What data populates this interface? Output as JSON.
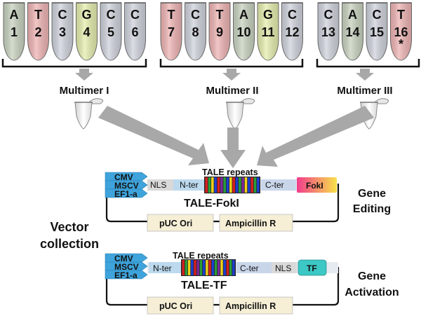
{
  "tube_groups": [
    {
      "name": "Multimer I",
      "tubes": [
        {
          "base": "A",
          "num": "1",
          "color": "#c9d3c0",
          "star": ""
        },
        {
          "base": "T",
          "num": "2",
          "color": "#efb4b4",
          "star": ""
        },
        {
          "base": "C",
          "num": "3",
          "color": "#cfd3dc",
          "star": ""
        },
        {
          "base": "G",
          "num": "4",
          "color": "#e6eeae",
          "star": ""
        },
        {
          "base": "C",
          "num": "5",
          "color": "#cfd3dc",
          "star": ""
        },
        {
          "base": "C",
          "num": "6",
          "color": "#cfd3dc",
          "star": ""
        }
      ]
    },
    {
      "name": "Multimer II",
      "tubes": [
        {
          "base": "T",
          "num": "7",
          "color": "#efb4b4",
          "star": ""
        },
        {
          "base": "C",
          "num": "8",
          "color": "#cfd3dc",
          "star": ""
        },
        {
          "base": "T",
          "num": "9",
          "color": "#efb4b4",
          "star": ""
        },
        {
          "base": "A",
          "num": "10",
          "color": "#c9d3c0",
          "star": ""
        },
        {
          "base": "G",
          "num": "11",
          "color": "#e6eeae",
          "star": ""
        },
        {
          "base": "C",
          "num": "12",
          "color": "#cfd3dc",
          "star": ""
        }
      ]
    },
    {
      "name": "Multimer III",
      "tubes": [
        {
          "base": "C",
          "num": "13",
          "color": "#cfd3dc",
          "star": ""
        },
        {
          "base": "A",
          "num": "14",
          "color": "#c9d3c0",
          "star": ""
        },
        {
          "base": "C",
          "num": "15",
          "color": "#cfd3dc",
          "star": ""
        },
        {
          "base": "T",
          "num": "16",
          "color": "#efb4b4",
          "star": "*"
        }
      ]
    }
  ],
  "promoters": [
    "CMV",
    "MSCV",
    "EF1-a"
  ],
  "construct_fokI": {
    "repeats_label": "TALE repeats",
    "nls": "NLS",
    "nter": "N-ter",
    "cter": "C-ter",
    "effector": "FokI",
    "name": "TALE-FokI",
    "ori": "pUC Ori",
    "resistance": "Ampicillin R",
    "application_line1": "Gene",
    "application_line2": "Editing"
  },
  "construct_tf": {
    "repeats_label": "TALE repeats",
    "nls": "NLS",
    "nter": "N-ter",
    "cter": "C-ter",
    "effector": "TF",
    "name": "TALE-TF",
    "ori": "pUC Ori",
    "resistance": "Ampicillin R",
    "application_line1": "Gene",
    "application_line2": "Activation"
  },
  "vector_collection_line1": "Vector",
  "vector_collection_line2": "collection",
  "repeat_colors": [
    "#d62020",
    "#2a9d3a",
    "#f2d21a",
    "#1e3fd0",
    "#d62020",
    "#7a2a9a",
    "#2a9d3a",
    "#1e3fd0",
    "#f2d21a",
    "#d62020",
    "#1e3fd0",
    "#2a9d3a",
    "#7a2a9a",
    "#f2d21a",
    "#1e3fd0",
    "#d62020",
    "#2a9d3a",
    "#1e3fd0"
  ],
  "colors": {
    "arrow_gray": "#a8a8a8",
    "promoter_blue": "#3fa4dc",
    "nter_blue": "#bcd9ee",
    "nls_gray": "#d9d9d9",
    "cter_blue": "#c9d6ea",
    "fokI_start": "#f23c8c",
    "fokI_end": "#f7e24a",
    "tf_teal": "#3cc8c4",
    "ori_fill": "#f6efd6"
  }
}
